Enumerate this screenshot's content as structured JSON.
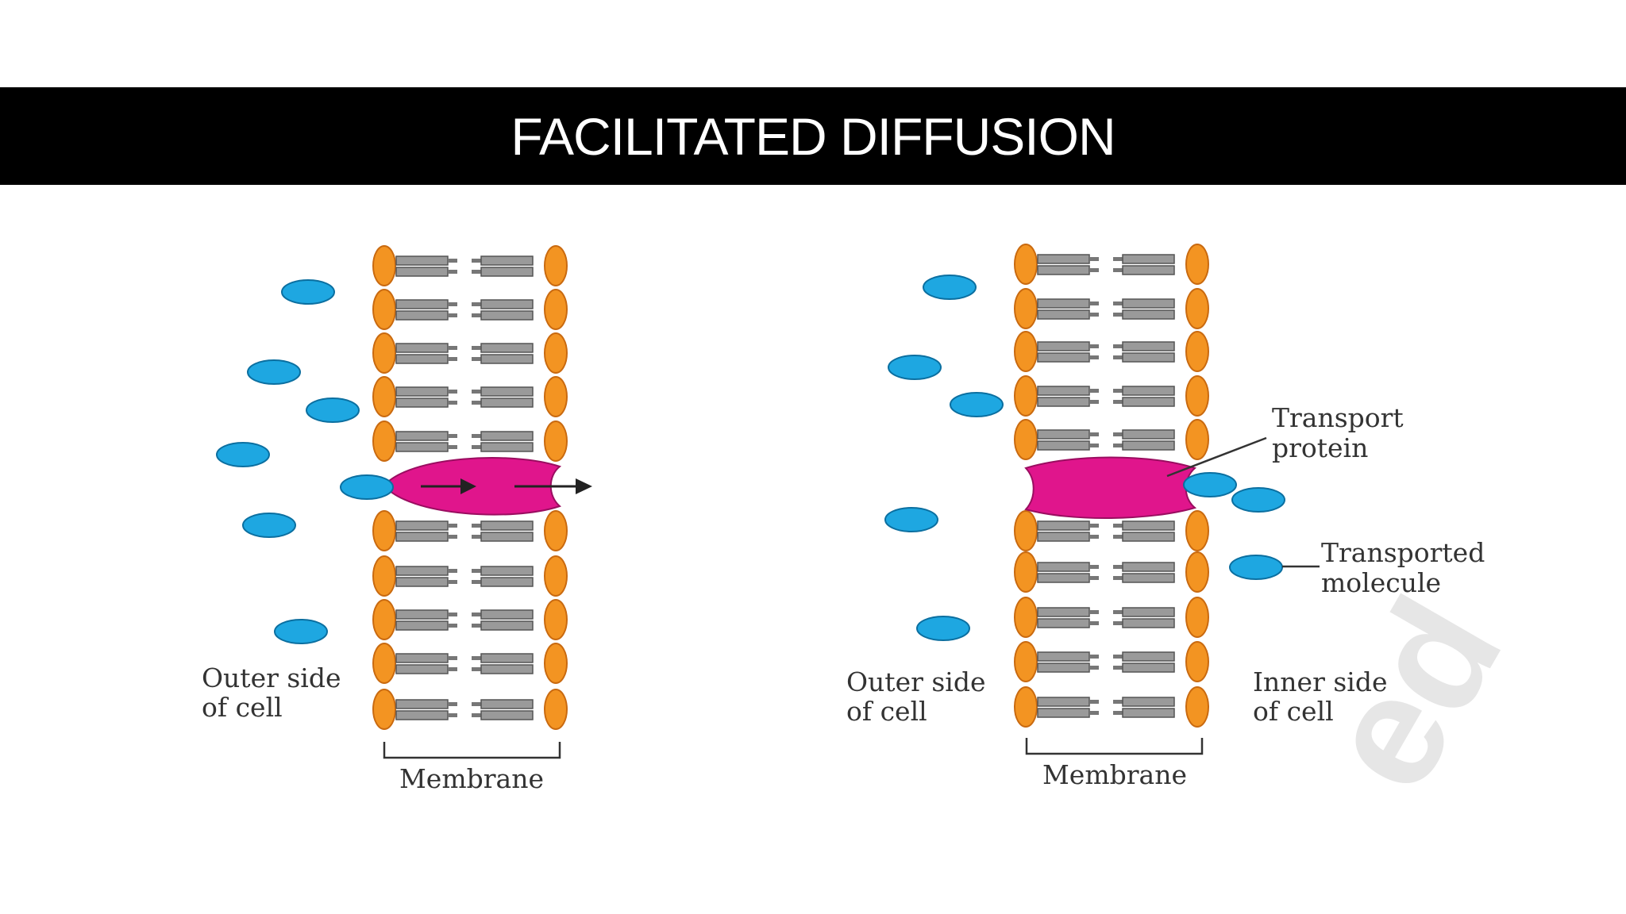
{
  "title": "FACILITATED DIFFUSION",
  "colors": {
    "title_bar": "#000000",
    "title_text": "#ffffff",
    "lipid_head": "#f39422",
    "lipid_tail": "#8c8c8c",
    "transport_protein": "#e0158c",
    "molecule": "#1ea7e1",
    "label_text": "#333333"
  },
  "left_panel": {
    "outer_label_line1": "Outer side",
    "outer_label_line2": "of cell",
    "membrane_label": "Membrane"
  },
  "right_panel": {
    "transport_protein_line1": "Transport",
    "transport_protein_line2": "protein",
    "transported_molecule_line1": "Transported",
    "transported_molecule_line2": "molecule",
    "outer_label_line1": "Outer side",
    "outer_label_line2": "of cell",
    "inner_label_line1": "Inner side",
    "inner_label_line2": "of cell",
    "membrane_label": "Membrane"
  },
  "watermark": "ed"
}
